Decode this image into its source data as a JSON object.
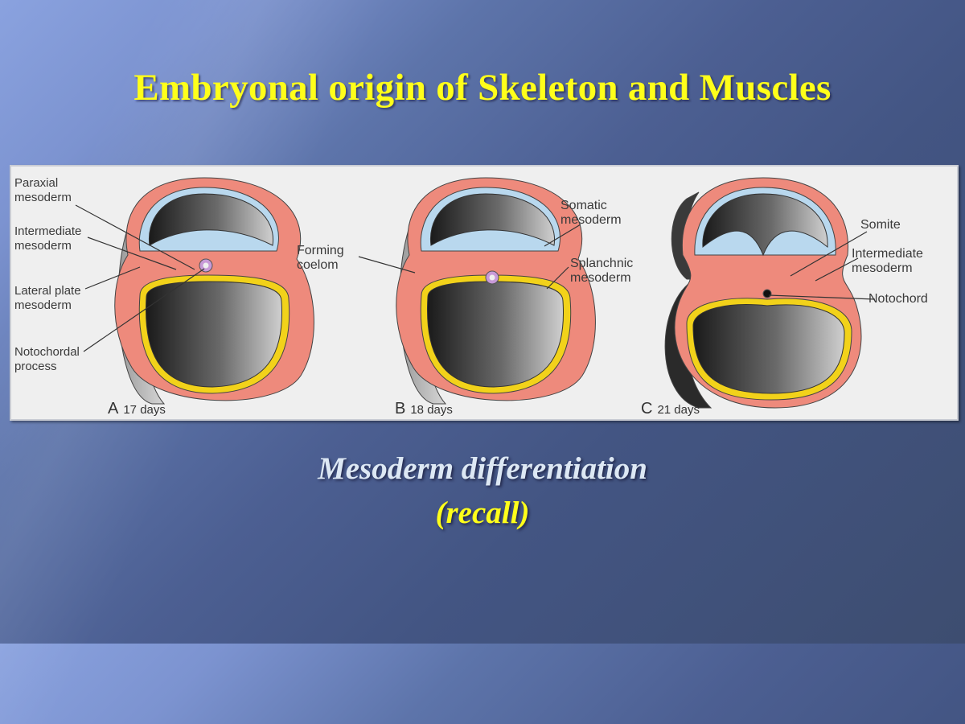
{
  "slide": {
    "title": "Embryonal origin of Skeleton and Muscles",
    "subtitle_line1": "Mesoderm differentiation",
    "subtitle_line2": "(recall)",
    "colors": {
      "title": "#ffff1a",
      "subtitle": "#dde8f4",
      "background_dark": "#3d4d70",
      "background_light": "#8aa2df"
    }
  },
  "figure": {
    "panels": [
      {
        "letter": "A",
        "age": "17 days",
        "labels": [
          "Paraxial mesoderm",
          "Intermediate mesoderm",
          "Lateral plate mesoderm",
          "Notochordal process"
        ]
      },
      {
        "letter": "B",
        "age": "18 days",
        "labels": [
          "Forming coelom",
          "Somatic mesoderm",
          "Splanchnic mesoderm"
        ]
      },
      {
        "letter": "C",
        "age": "21 days",
        "labels": [
          "Somite",
          "Intermediate mesoderm",
          "Notochord"
        ]
      }
    ],
    "label_text": {
      "a_paraxial_1": "Paraxial",
      "a_paraxial_2": "mesoderm",
      "a_inter_1": "Intermediate",
      "a_inter_2": "mesoderm",
      "a_lateral_1": "Lateral plate",
      "a_lateral_2": "mesoderm",
      "a_noto_1": "Notochordal",
      "a_noto_2": "process",
      "b_coelom_1": "Forming",
      "b_coelom_2": "coelom",
      "b_somatic_1": "Somatic",
      "b_somatic_2": "mesoderm",
      "b_splanch_1": "Splanchnic",
      "b_splanch_2": "mesoderm",
      "c_somite": "Somite",
      "c_inter_1": "Intermediate",
      "c_inter_2": "mesoderm",
      "c_noto": "Notochord"
    },
    "colors": {
      "mesoderm": "#ee8a7c",
      "amnion": "#b9d8ee",
      "yolk_rim": "#f2d21a",
      "notochord": "#c89ad8"
    }
  }
}
